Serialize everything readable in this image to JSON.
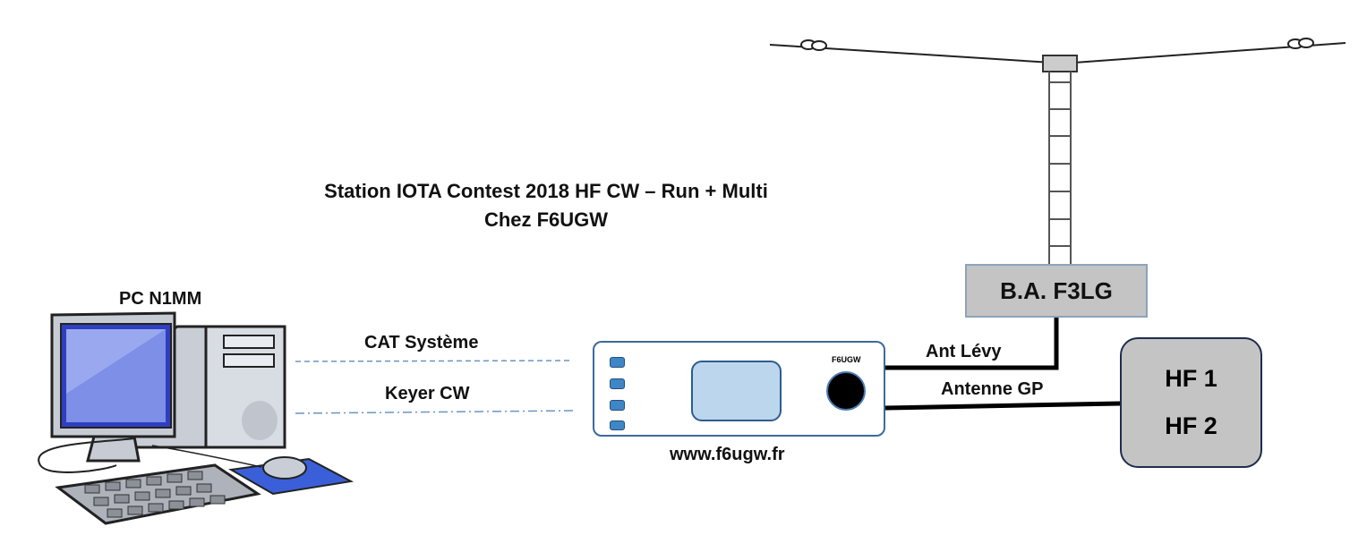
{
  "title": {
    "line1": "Station IOTA Contest 2018 HF CW – Run + Multi",
    "line2": "Chez F6UGW"
  },
  "computer": {
    "label": "PC N1MM"
  },
  "links": {
    "cat": "CAT Système",
    "keyer": "Keyer CW"
  },
  "interface": {
    "brand": "F6UGW",
    "url": "www.f6ugw.fr"
  },
  "balun": {
    "label": "B.A. F3LG"
  },
  "antennas": {
    "levy": "Ant Lévy",
    "gp": "Antenne GP"
  },
  "radios": {
    "hf1": "HF 1",
    "hf2": "HF 2"
  },
  "colors": {
    "box_fill": "#c4c4c4",
    "interface_border": "#3c6a99",
    "dashed_link": "#6a95c2",
    "cable": "#000000"
  }
}
